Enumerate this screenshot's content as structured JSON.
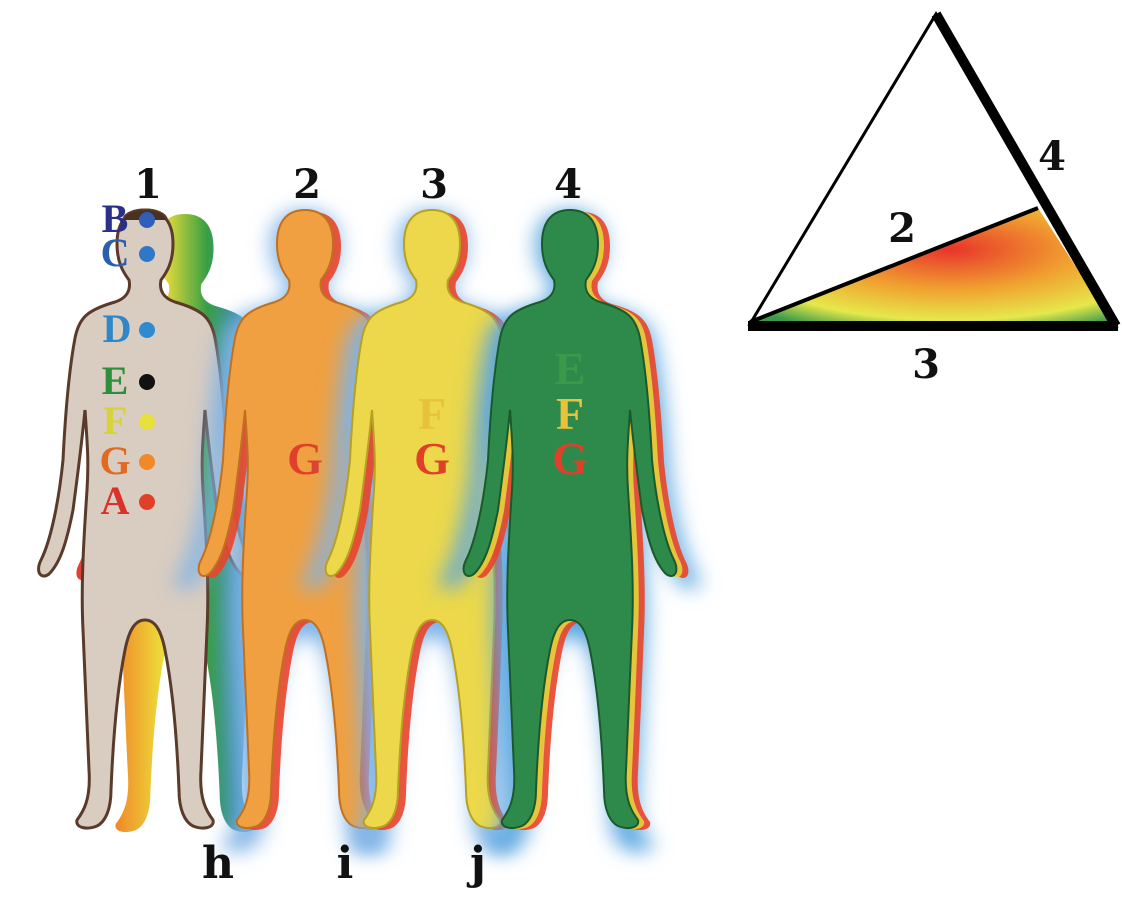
{
  "figures": [
    {
      "number": "1",
      "color": "#d9ccc0",
      "aura": "none",
      "letters": [
        "B",
        "C",
        "D",
        "E",
        "F",
        "G",
        "A"
      ],
      "letter_colors": [
        "#2a2f8a",
        "#2a5fb0",
        "#2f86c8",
        "#2e8f3a",
        "#d8d23a",
        "#e06a22",
        "#d8322a"
      ],
      "dot_colors": [
        "#2f5fb8",
        "#2f78c8",
        "#2f8ad0",
        "#111111",
        "#e8e03c",
        "#f08a28",
        "#e0402a"
      ]
    },
    {
      "number": "2",
      "color": "#f0a040",
      "aura": "#7fb3e6",
      "letters": [
        "G"
      ],
      "letter_colors": [
        "#e0402a"
      ]
    },
    {
      "number": "3",
      "color": "#ecd84a",
      "aura": "#7fb3e6",
      "letters": [
        "F",
        "G"
      ],
      "letter_colors": [
        "#e8c23a",
        "#e0402a"
      ]
    },
    {
      "number": "4",
      "color": "#2e8a4a",
      "aura": "#5aa6e0",
      "letters": [
        "E",
        "F",
        "G"
      ],
      "letter_colors": [
        "#3a9a4a",
        "#e8c23a",
        "#e0402a"
      ]
    }
  ],
  "bottom_labels": [
    "h",
    "i",
    "j"
  ],
  "triangle": {
    "side_labels": [
      "2",
      "3",
      "4"
    ],
    "fill_colors": [
      "#e8342a",
      "#f0a030",
      "#e6e84a",
      "#3a9a4a"
    ]
  }
}
